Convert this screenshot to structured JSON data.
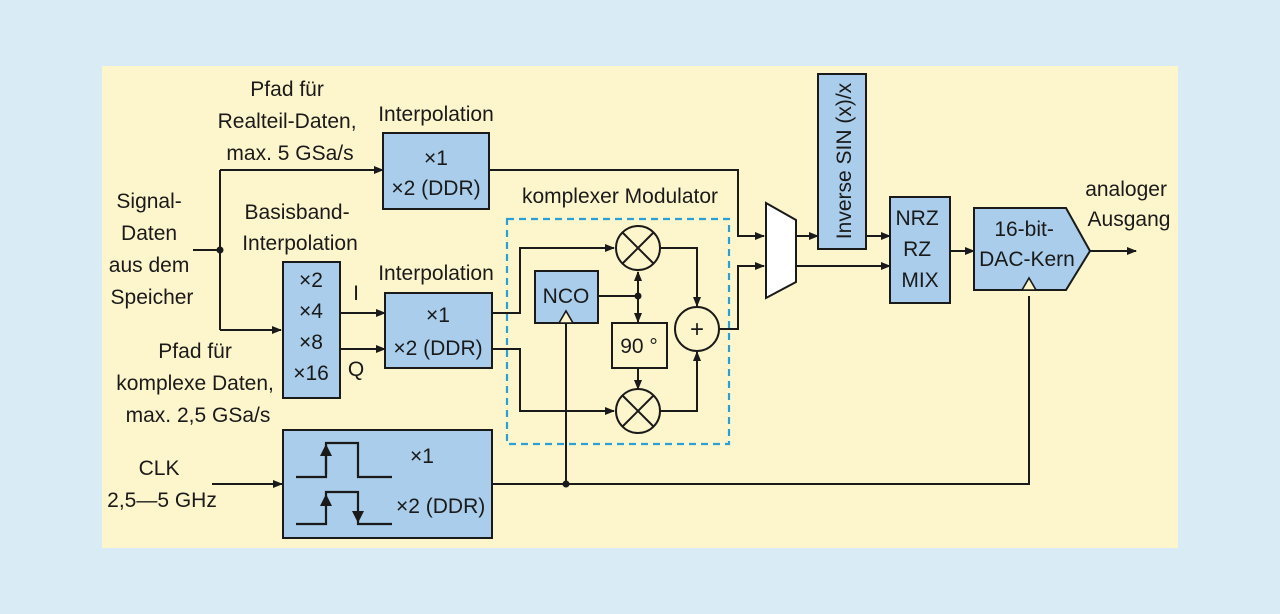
{
  "colors": {
    "page_background": "#d9ebf5",
    "panel_background": "#fdf6cc",
    "block_fill": "#a9cdea",
    "stroke": "#1a1a1a",
    "dashed_box": "#2aa0d6"
  },
  "inputs": {
    "signal_data": [
      "Signal-",
      "Daten",
      "aus dem",
      "Speicher"
    ],
    "real_path": [
      "Pfad für",
      "Realteil-Daten,",
      "max. 5 GSa/s"
    ],
    "complex_path": [
      "Pfad für",
      "komplexe Daten,",
      "max. 2,5 GSa/s"
    ],
    "clk": [
      "CLK",
      "2,5—5 GHz"
    ]
  },
  "blocks": {
    "interp_real": {
      "title": "Interpolation",
      "lines": [
        "×1",
        "×2 (DDR)"
      ]
    },
    "baseband": {
      "title": [
        "Basisband-",
        "Interpolation"
      ],
      "lines": [
        "×2",
        "×4",
        "×8",
        "×16"
      ]
    },
    "interp_iq": {
      "title": "Interpolation",
      "lines": [
        "×1",
        "×2 (DDR)"
      ]
    },
    "modulator_title": "komplexer Modulator",
    "nco": "NCO",
    "phase": "90 °",
    "adder": "+",
    "inverse_sinc": "Inverse SIN (x)/x",
    "nrz": [
      "NRZ",
      "RZ",
      "MIX"
    ],
    "dac": [
      "16-bit-",
      "DAC-Kern"
    ],
    "clock": [
      "×1",
      "×2 (DDR)"
    ]
  },
  "signals": {
    "i": "I",
    "q": "Q"
  },
  "output": [
    "analoger",
    "Ausgang"
  ]
}
